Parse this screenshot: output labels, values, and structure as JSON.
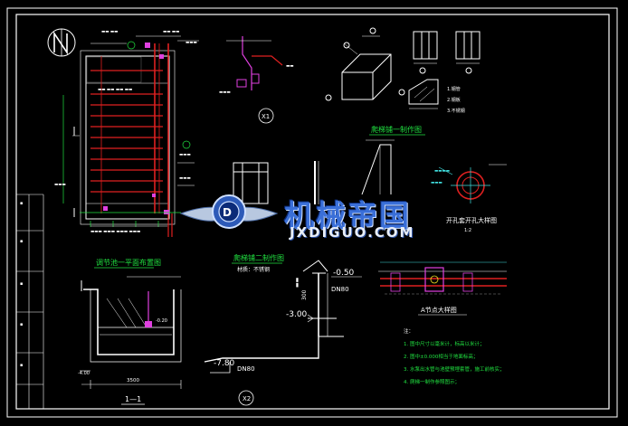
{
  "drawing": {
    "plan_title": "调节池一平面布置图",
    "section_title": "1—1",
    "detail_x1": "X1",
    "detail_x2": "X2",
    "stair2_title": "爬梯铺二制作图",
    "stair2_material": "材质：不锈钢",
    "stair1_title": "爬梯铺一制作图",
    "hole_detail_title": "开孔套开孔大样图",
    "hole_detail_scale": "1:2",
    "detail_a_title": "A节点大样图",
    "level_minus_050": "-0.50",
    "level_minus_300": "-3.00",
    "level_minus_780": "-7.80",
    "pipe_dn80": "DN80",
    "pipe_dn80_b": "DN80",
    "dim_300": "300",
    "dim_3500": "3500",
    "section_level_a": "-0.20",
    "section_level_b": "-4.00",
    "notes_heading": "注：",
    "notes": [
      "1. 图中尺寸以毫米计，标高以米计；",
      "2. 图中±0.000相当于地面标高；",
      "3. 水泵出水管与池壁预埋套管，施工前核实；",
      "4. 爬梯一制作参照图示；"
    ],
    "stair1_labels": [
      "1.钢管",
      "2.钢板",
      "3.不锈钢"
    ]
  },
  "watermark": {
    "cn": "机械帝国",
    "en": "JXDIGUO.COM"
  },
  "colors": {
    "frame": "#ffffff",
    "pipe_red": "#e02020",
    "green": "#20e040",
    "magenta": "#e040e0",
    "yellow": "#f0e020",
    "cyan": "#40e0e0",
    "brand_blue": "#3a6fd8"
  }
}
